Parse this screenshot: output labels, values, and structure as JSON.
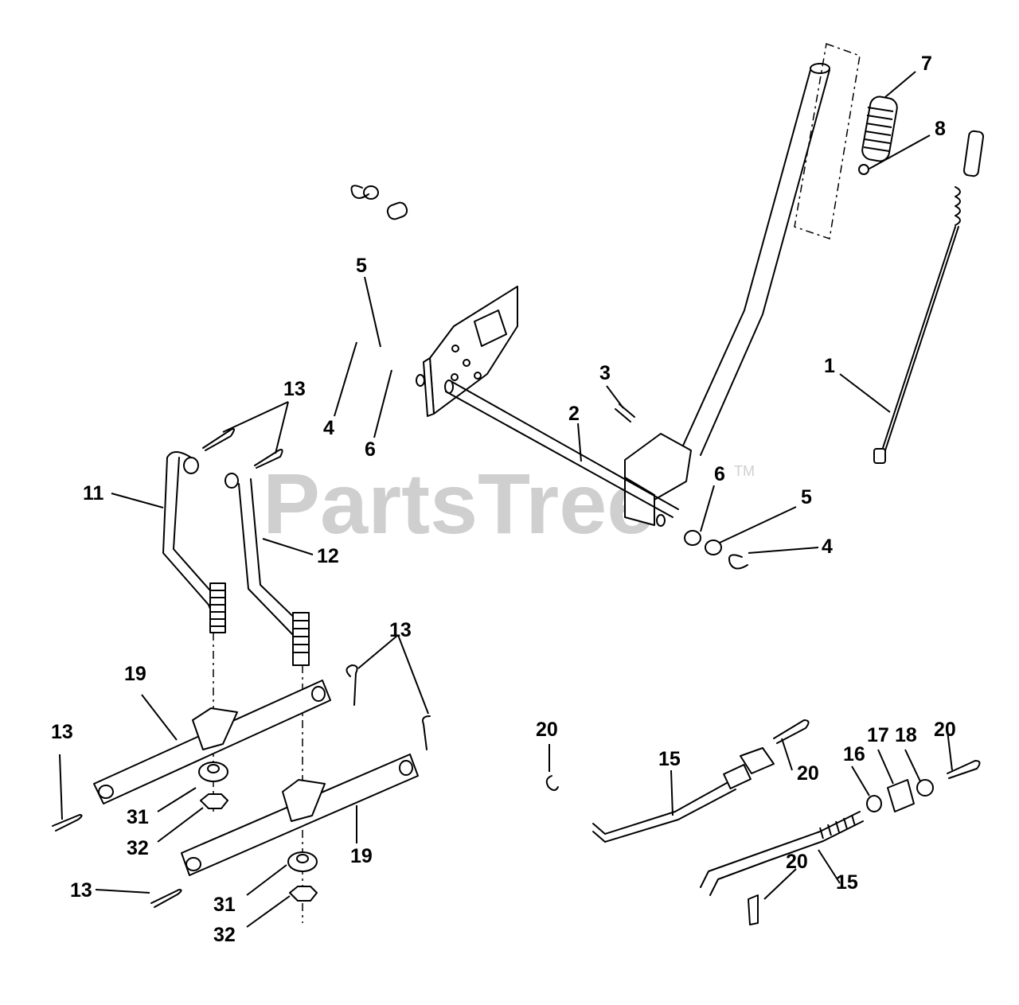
{
  "watermark": {
    "text": "PartsTree",
    "trademark": "TM"
  },
  "callouts": [
    "7",
    "8",
    "5",
    "3",
    "1",
    "4",
    "6",
    "2",
    "13",
    "11",
    "12",
    "6",
    "5",
    "4",
    "13",
    "19",
    "13",
    "20",
    "15",
    "17",
    "18",
    "20",
    "16",
    "20",
    "31",
    "32",
    "19",
    "20",
    "15",
    "13",
    "31",
    "32"
  ]
}
